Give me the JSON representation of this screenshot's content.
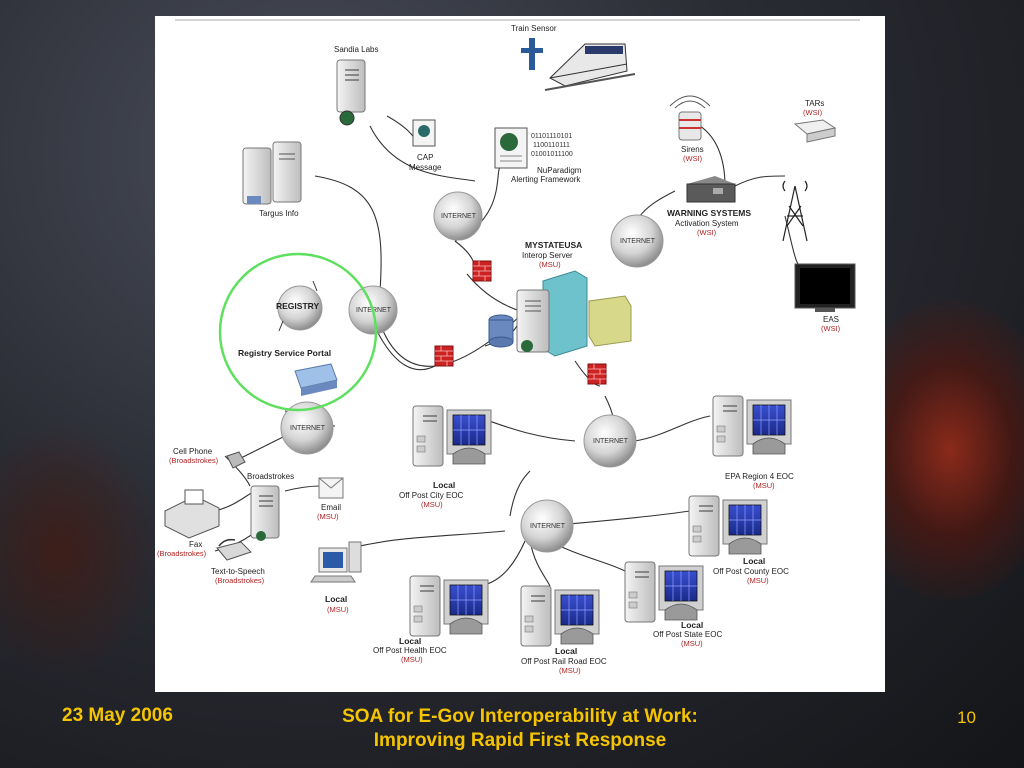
{
  "slide": {
    "date": "23 May 2006",
    "title_line1": "SOA for E-Gov Interoperability at Work:",
    "title_line2": "Improving Rapid First Response",
    "page_number": "10"
  },
  "diagram": {
    "train_sensor": "Train Sensor",
    "sandia_labs": "Sandia Labs",
    "cap_message_1": "CAP",
    "cap_message_2": "Message",
    "nuparadigm_1": "NuParadigm",
    "nuparadigm_2": "Alerting Framework",
    "binary_1": "01101110101",
    "binary_2": "1100110111",
    "binary_3": "01001011100",
    "targus_info": "Targus Info",
    "registry": "REGISTRY",
    "registry_portal": "Registry Service Portal",
    "internet": "INTERNET",
    "mystateusa_1": "MYSTATEUSA",
    "mystateusa_2": "Interop Server",
    "msu": "(MSU)",
    "wsi": "(WSI)",
    "sirens": "Sirens",
    "tars": "TARs",
    "warning_1": "WARNING SYSTEMS",
    "warning_2": "Activation System",
    "eas": "EAS",
    "cell_phone": "Cell Phone",
    "broadstrokes_paren": "(Broadstrokes)",
    "broadstrokes": "Broadstrokes",
    "fax": "Fax",
    "email": "Email",
    "text_to_speech": "Text-to-Speech",
    "local": "Local",
    "city_eoc": "Off Post City EOC",
    "epa_eoc": "EPA Region 4 EOC",
    "county_eoc": "Off Post County EOC",
    "health_eoc": "Off Post Health EOC",
    "railroad_eoc": "Off Post Rail Road EOC",
    "state_eoc": "Off Post State EOC"
  },
  "colors": {
    "footer_text": "#f5c400",
    "highlight_circle": "#5ee05e",
    "firewall": "#cc2222"
  }
}
